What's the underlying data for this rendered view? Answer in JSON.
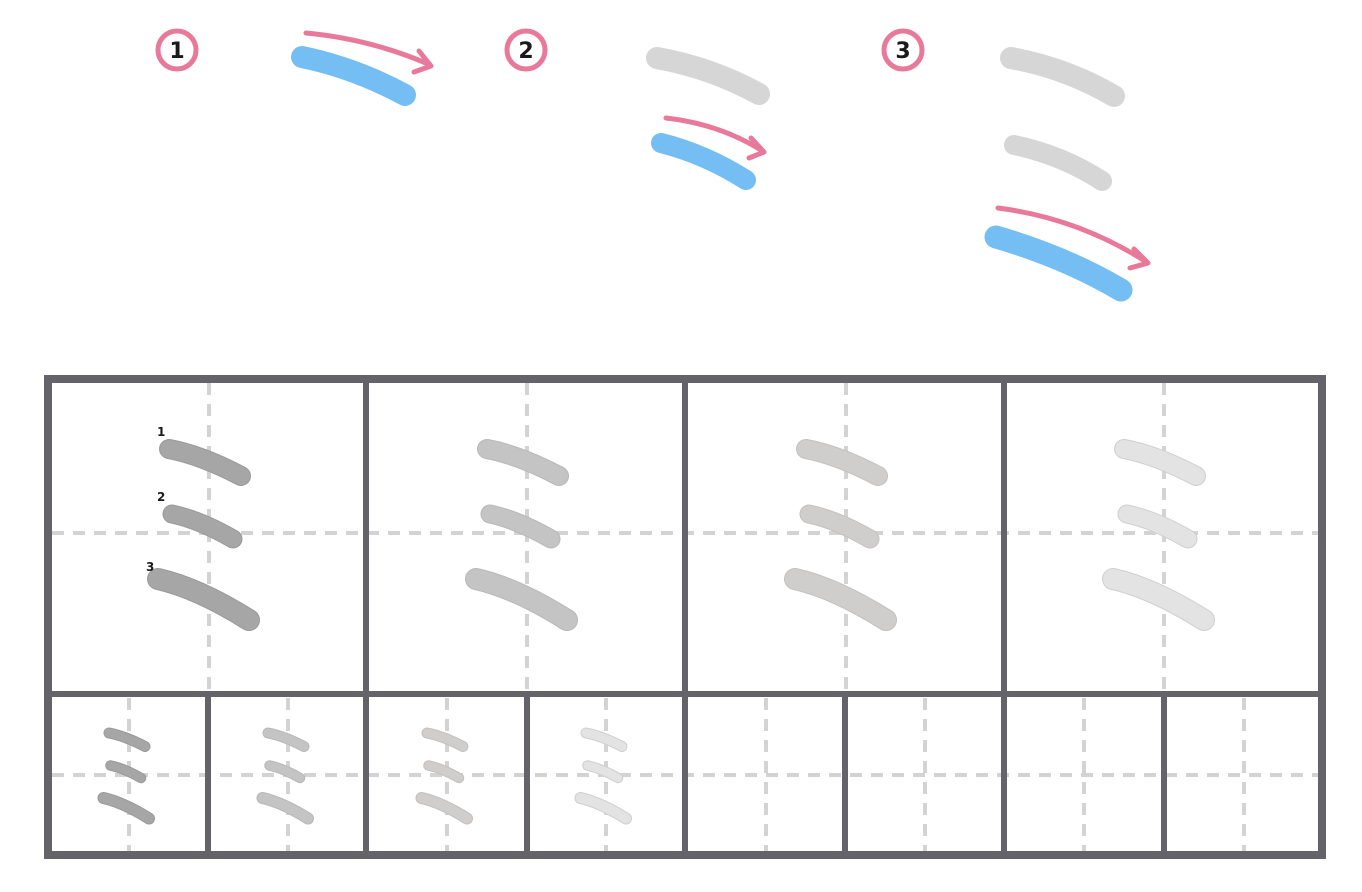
{
  "colors": {
    "active_stroke": "#74bef4",
    "arrow": "#e9799a",
    "done_stroke": "#d6d6d6",
    "grid_border": "#636369",
    "guide_line": "#d3d3d3",
    "step_circle": "#e9799a",
    "trace_shades": [
      "#a6a6a6",
      "#c4c4c4",
      "#d0cecd",
      "#e3e3e3"
    ],
    "trace_outlines": [
      "#9a9a9a",
      "#b8b8b8",
      "#c3c1c0",
      "#cfcfcf"
    ]
  },
  "steps": [
    {
      "number": "1"
    },
    {
      "number": "2"
    },
    {
      "number": "3"
    }
  ],
  "stroke_labels": [
    "1",
    "2",
    "3"
  ],
  "practice_grid": {
    "large_cell_count": 4,
    "small_cell_count": 8,
    "traced_small_cells": 4
  }
}
